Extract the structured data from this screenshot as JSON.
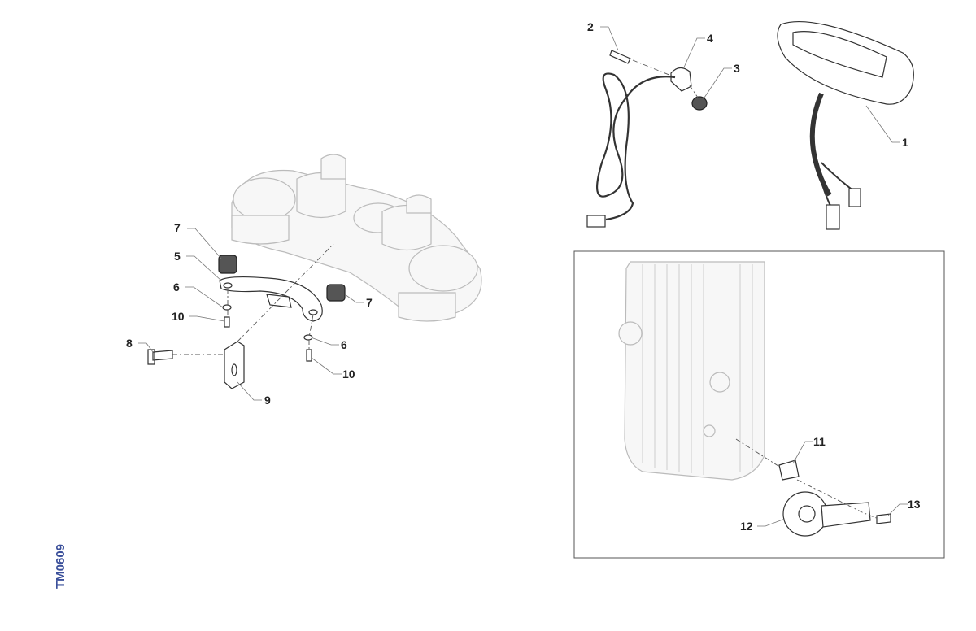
{
  "drawing_code": "TM0609",
  "callouts": {
    "c1": "1",
    "c2": "2",
    "c3": "3",
    "c4": "4",
    "c5": "5",
    "c6a": "6",
    "c6b": "6",
    "c7a": "7",
    "c7b": "7",
    "c8": "8",
    "c9": "9",
    "c10a": "10",
    "c10b": "10",
    "c11": "11",
    "c12": "12",
    "c13": "13"
  },
  "colors": {
    "code": "#3a4f9a"
  }
}
